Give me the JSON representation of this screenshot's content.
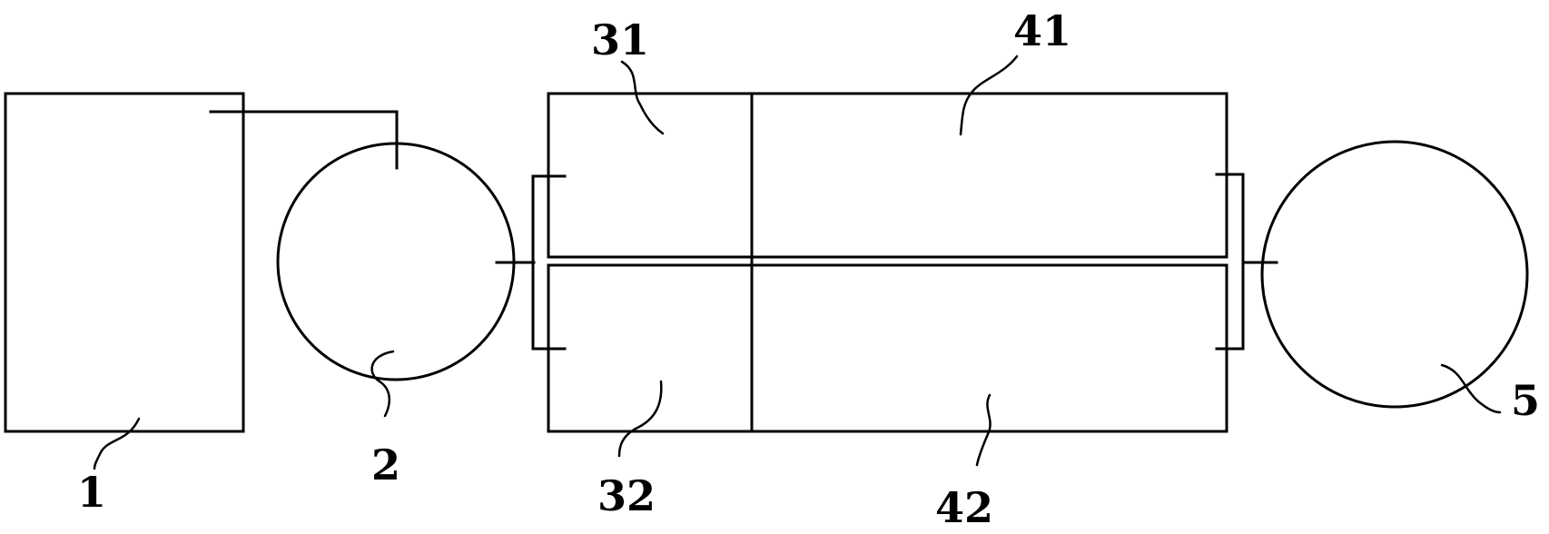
{
  "labels": {
    "part_1": "1",
    "part_2": "2",
    "part_31": "31",
    "part_32": "32",
    "part_41": "41",
    "part_42": "42",
    "part_5": "5"
  }
}
